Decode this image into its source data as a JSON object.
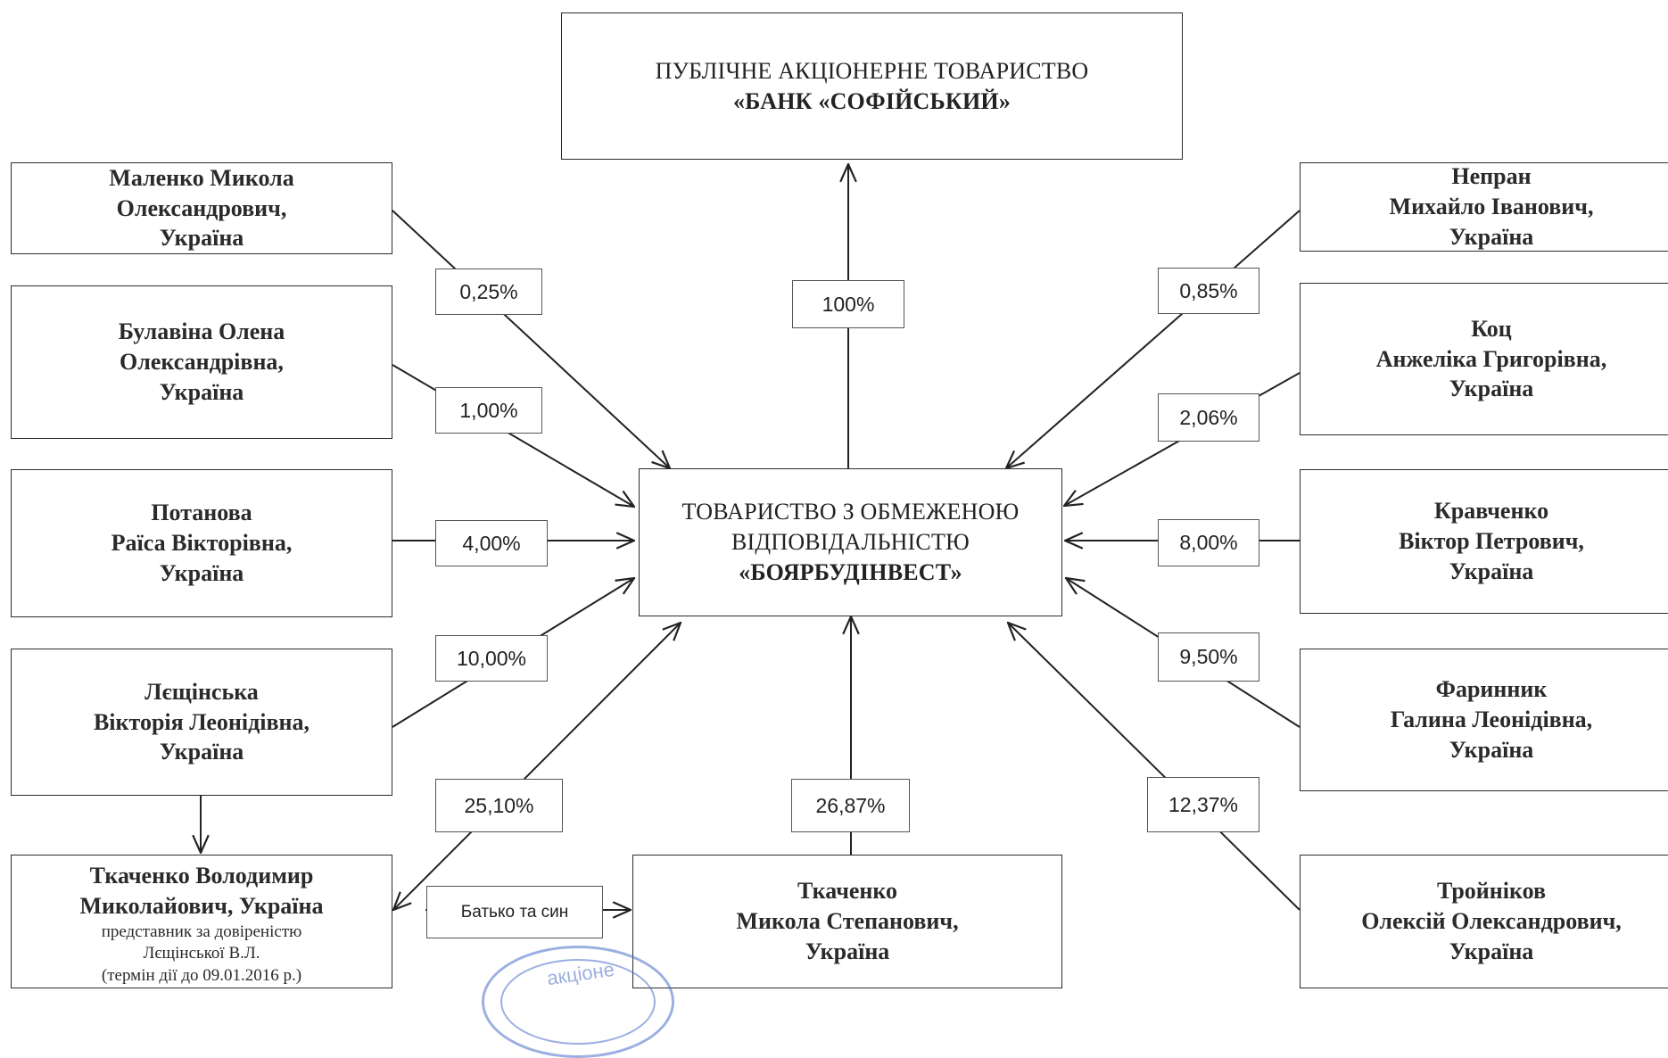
{
  "bank": {
    "line1": "ПУБЛІЧНЕ АКЦІОНЕРНЕ ТОВАРИСТВО",
    "line2": "«БАНК «СОФІЙСЬКИЙ»"
  },
  "company": {
    "line1": "ТОВАРИСТВО З ОБМЕЖЕНОЮ",
    "line2": "ВІДПОВІДАЛЬНІСТЮ",
    "line3": "«БОЯРБУДІНВЕСТ»"
  },
  "bank_share": "100%",
  "left": [
    {
      "l1": "Маленко Микола",
      "l2": "Олександрович,",
      "l3": "Україна",
      "pct": "0,25%"
    },
    {
      "l1": "Булавіна Олена",
      "l2": "Олександрівна,",
      "l3": "Україна",
      "pct": "1,00%"
    },
    {
      "l1": "Потанова",
      "l2": "Раїса Вікторівна,",
      "l3": "Україна",
      "pct": "4,00%"
    },
    {
      "l1": "Лєщінська",
      "l2": "Вікторія Леонідівна,",
      "l3": "Україна",
      "pct": "10,00%"
    }
  ],
  "right": [
    {
      "l1": "Непран",
      "l2": "Михайло Іванович,",
      "l3": "Україна",
      "pct": "0,85%"
    },
    {
      "l1": "Коц",
      "l2": "Анжеліка Григорівна,",
      "l3": "Україна",
      "pct": "2,06%"
    },
    {
      "l1": "Кравченко",
      "l2": "Віктор Петрович,",
      "l3": "Україна",
      "pct": "8,00%"
    },
    {
      "l1": "Фаринник",
      "l2": "Галина Леонідівна,",
      "l3": "Україна",
      "pct": "9,50%"
    },
    {
      "l1": "Тройніков",
      "l2": "Олексій Олександрович,",
      "l3": "Україна",
      "pct": "12,37%"
    }
  ],
  "tkachenko_v": {
    "l1": "Ткаченко Володимир",
    "l2": "Миколайович, Україна",
    "l3": "представник за довіреністю",
    "l4": "Лєщінської В.Л.",
    "l5": "(термін дії до 09.01.2016 р.)",
    "pct": "25,10%"
  },
  "tkachenko_m": {
    "l1": "Ткаченко",
    "l2": "Микола Степанович,",
    "l3": "Україна",
    "pct": "26,87%"
  },
  "relation": "Батько та син",
  "stamp_text": "акціоне",
  "colors": {
    "line": "#222222",
    "stamp": "#4a6fc7"
  }
}
